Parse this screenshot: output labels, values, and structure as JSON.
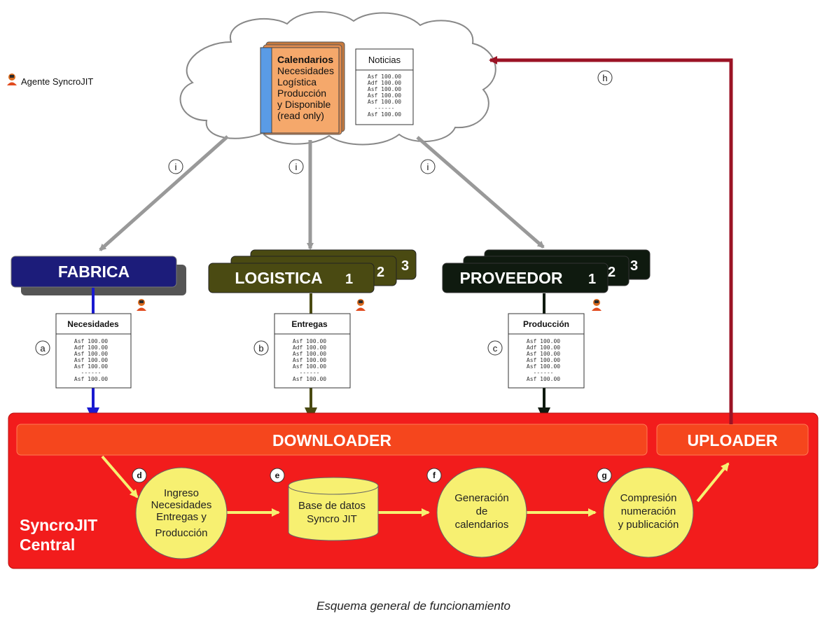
{
  "legend": {
    "agent_label": "Agente SyncroJIT"
  },
  "cloud": {
    "calendar_doc": {
      "title": "Calendarios",
      "lines": [
        "Necesidades",
        "Logística",
        "Producción",
        "y Disponible",
        "(read only)"
      ]
    },
    "news_doc": {
      "title": "Noticias",
      "lines": [
        "Asf 100.00",
        "Adf 100.00",
        "Asf 100.00",
        "Asf 100.00",
        "Asf 100.00",
        "------",
        "Asf 100.00"
      ]
    }
  },
  "step_labels": {
    "a": "a",
    "b": "b",
    "c": "c",
    "d": "d",
    "e": "e",
    "f": "f",
    "g": "g",
    "h": "h",
    "i": "i"
  },
  "nodes": {
    "fabrica": {
      "label": "FABRICA"
    },
    "logistica": {
      "label": "LOGISTICA",
      "n1": "1",
      "n2": "2",
      "n3": "3"
    },
    "proveedor": {
      "label": "PROVEEDOR",
      "n1": "1",
      "n2": "2",
      "n3": "3"
    }
  },
  "documents": {
    "necesidades": {
      "title": "Necesidades",
      "lines": [
        "Asf 100.00",
        "Adf 100.00",
        "Asf 100.00",
        "Asf 100.00",
        "Asf 100.00",
        "------",
        "Asf 100.00"
      ]
    },
    "entregas": {
      "title": "Entregas",
      "lines": [
        "Asf 100.00",
        "Adf 100.00",
        "Asf 100.00",
        "Asf 100.00",
        "Asf 100.00",
        "------",
        "Asf 100.00"
      ]
    },
    "produccion": {
      "title": "Producción",
      "lines": [
        "Asf 100.00",
        "Adf 100.00",
        "Asf 100.00",
        "Asf 100.00",
        "Asf 100.00",
        "------",
        "Asf 100.00"
      ]
    }
  },
  "central": {
    "title_line1": "SyncroJIT",
    "title_line2": "Central",
    "downloader": "DOWNLOADER",
    "uploader": "UPLOADER",
    "process_d": [
      "Ingreso",
      "Necesidades",
      "Entregas y",
      "Producción"
    ],
    "process_e": [
      "Base de datos",
      "Syncro JIT"
    ],
    "process_f": [
      "Generación",
      "de",
      "calendarios"
    ],
    "process_g": [
      "Compresión",
      "numeración",
      "y publicación"
    ]
  },
  "caption": "Esquema general de funcionamiento",
  "colors": {
    "central_red": "#f21c1c",
    "bar_red": "#f5461d",
    "process_yellow": "#f7f071",
    "fabrica_blue": "#1c1c7a",
    "logistica_olive": "#4a4a12",
    "proveedor_dark": "#0f1a0f",
    "upload_arrow": "#9b1325",
    "cloud_arrow": "#999999",
    "calendar_orange": "#f5a86b",
    "calendar_blue": "#5a9be6"
  }
}
